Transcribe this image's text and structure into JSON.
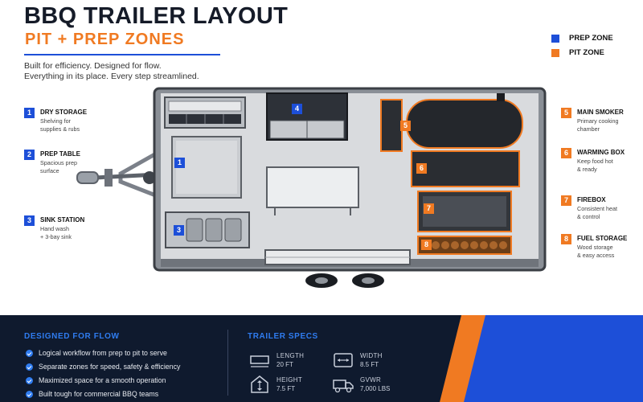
{
  "header": {
    "title": "BBQ TRAILER LAYOUT",
    "subtitle": "PIT + PREP ZONES",
    "tagline_line1": "Built for efficiency. Designed for flow.",
    "tagline_line2": "Everything in its place. Every step streamlined."
  },
  "legend": [
    {
      "label": "PREP ZONE",
      "color": "#1d4fd8"
    },
    {
      "label": "PIT ZONE",
      "color": "#f07a22"
    }
  ],
  "callouts_left": [
    {
      "num": "1",
      "title": "DRY STORAGE",
      "desc_line1": "Shelving for",
      "desc_line2": "supplies & rubs"
    },
    {
      "num": "2",
      "title": "PREP TABLE",
      "desc_line1": "Spacious prep",
      "desc_line2": "surface"
    },
    {
      "num": "3",
      "title": "SINK STATION",
      "desc_line1": "Hand wash",
      "desc_line2": "+ 3-bay sink"
    }
  ],
  "callouts_right": [
    {
      "num": "5",
      "title": "MAIN SMOKER",
      "desc_line1": "Primary cooking",
      "desc_line2": "chamber"
    },
    {
      "num": "6",
      "title": "WARMING BOX",
      "desc_line1": "Keep food hot",
      "desc_line2": "& ready"
    },
    {
      "num": "7",
      "title": "FIREBOX",
      "desc_line1": "Consistent heat",
      "desc_line2": "& control"
    },
    {
      "num": "8",
      "title": "FUEL STORAGE",
      "desc_line1": "Wood storage",
      "desc_line2": "& easy access"
    }
  ],
  "badges": {
    "b1": "1",
    "b3": "3",
    "b4": "4",
    "b5": "5",
    "b6": "6",
    "b7": "7",
    "b8": "8"
  },
  "footer": {
    "flow_heading": "DESIGNED FOR FLOW",
    "flow_items": [
      "Logical workflow from prep to pit to serve",
      "Separate zones for speed, safety & efficiency",
      "Maximized space for a smooth operation",
      "Built tough for commercial BBQ teams"
    ],
    "specs_heading": "TRAILER SPECS",
    "specs": [
      {
        "label": "LENGTH",
        "value": "20 FT",
        "icon": "length-icon"
      },
      {
        "label": "WIDTH",
        "value": "8.5 FT",
        "icon": "width-icon"
      },
      {
        "label": "HEIGHT",
        "value": "7.5 FT",
        "icon": "height-icon"
      },
      {
        "label": "GVWR",
        "value": "7,000 LBS",
        "icon": "truck-icon"
      }
    ]
  },
  "colors": {
    "prep": "#1d4fd8",
    "pit": "#f07a22",
    "navy": "#0f1a2e"
  }
}
